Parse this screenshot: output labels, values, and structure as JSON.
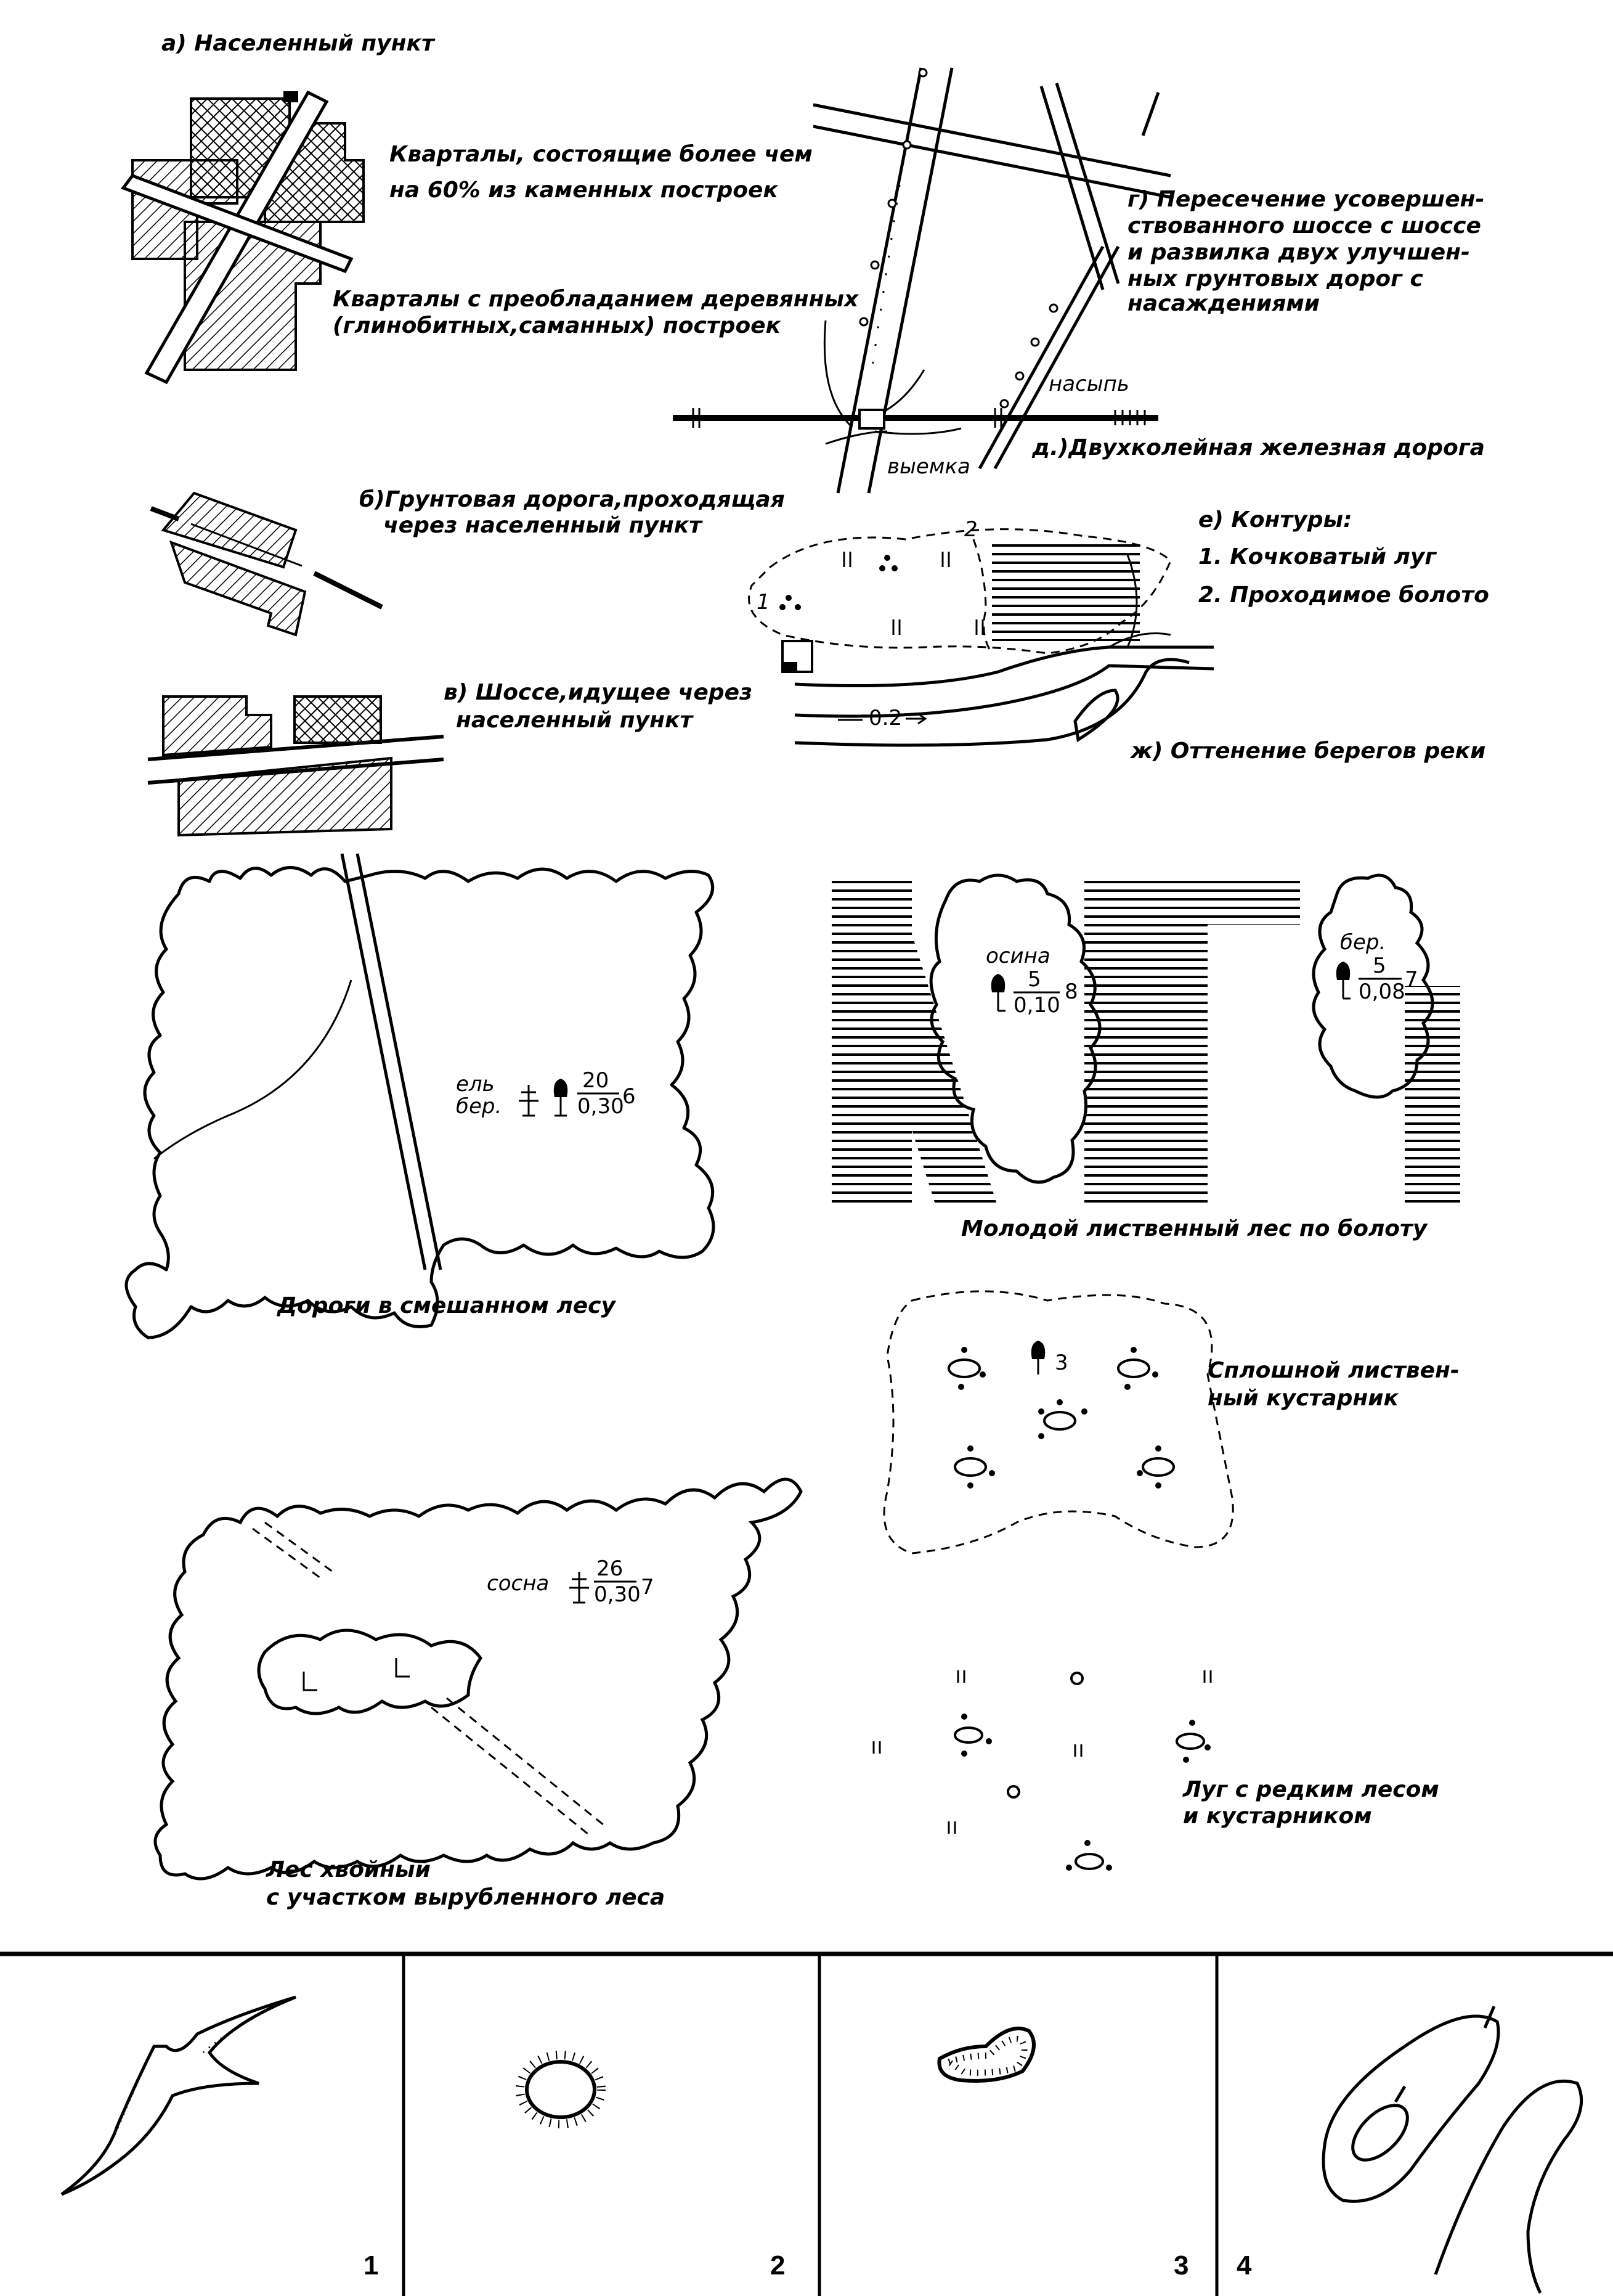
{
  "settlement": {
    "title": "а) Населенный пункт",
    "stone_1": "Кварталы, состоящие более чем",
    "stone_2": "на 60% из каменных построек",
    "wood_1": "Кварталы с преобладанием деревянных",
    "wood_2": "(глинобитных,саманных) построек"
  },
  "dirt_road": {
    "line1": "б)Грунтовая дорога,проходящая",
    "line2": "через населенный пункт"
  },
  "highway": {
    "line1": "в) Шоссе,идущее через",
    "line2": "населенный пункт"
  },
  "crossing": {
    "line1": "г) Пересечение усовершен-",
    "line2": "ствованного шоссе с шоссе",
    "line3": "и развилка двух улучшен-",
    "line4": "ных грунтовых дорог с",
    "line5": "насаждениями",
    "embankment": "насыпь",
    "cut": "выемка",
    "railway": "д.)Двухколейная железная дорога"
  },
  "contours": {
    "title": "е) Контуры:",
    "item1": "1. Кочковатый луг",
    "item2": "2. Проходимое болото",
    "mark1": "1",
    "mark2": "2",
    "speed": "0.2",
    "river": "ж) Оттенение берегов реки"
  },
  "mixed_forest": {
    "species1": "ель",
    "species2": "бер.",
    "height": "20",
    "diam": "0,30",
    "density": "6",
    "caption": "Дороги в смешанном лесу"
  },
  "swamp_forest": {
    "species_a": "осина",
    "height_a": "5",
    "diam_a": "0,10",
    "density_a": "8",
    "species_b": "бер.",
    "height_b": "5",
    "diam_b": "0,08",
    "density_b": "7",
    "caption": "Молодой лиственный лес по болоту"
  },
  "shrub": {
    "count": "3",
    "line1": "Сплошной листвен-",
    "line2": "ный кустарник"
  },
  "conifer": {
    "species": "сосна",
    "height": "26",
    "diam": "0,30",
    "density": "7",
    "line1": "Лес хвойный",
    "line2": "с участком вырубленного леса"
  },
  "meadow": {
    "line1": "Луг с редким лесом",
    "line2": "и кустарником"
  },
  "panels": {
    "n1": "1",
    "n2": "2",
    "n3": "3",
    "n4": "4"
  }
}
